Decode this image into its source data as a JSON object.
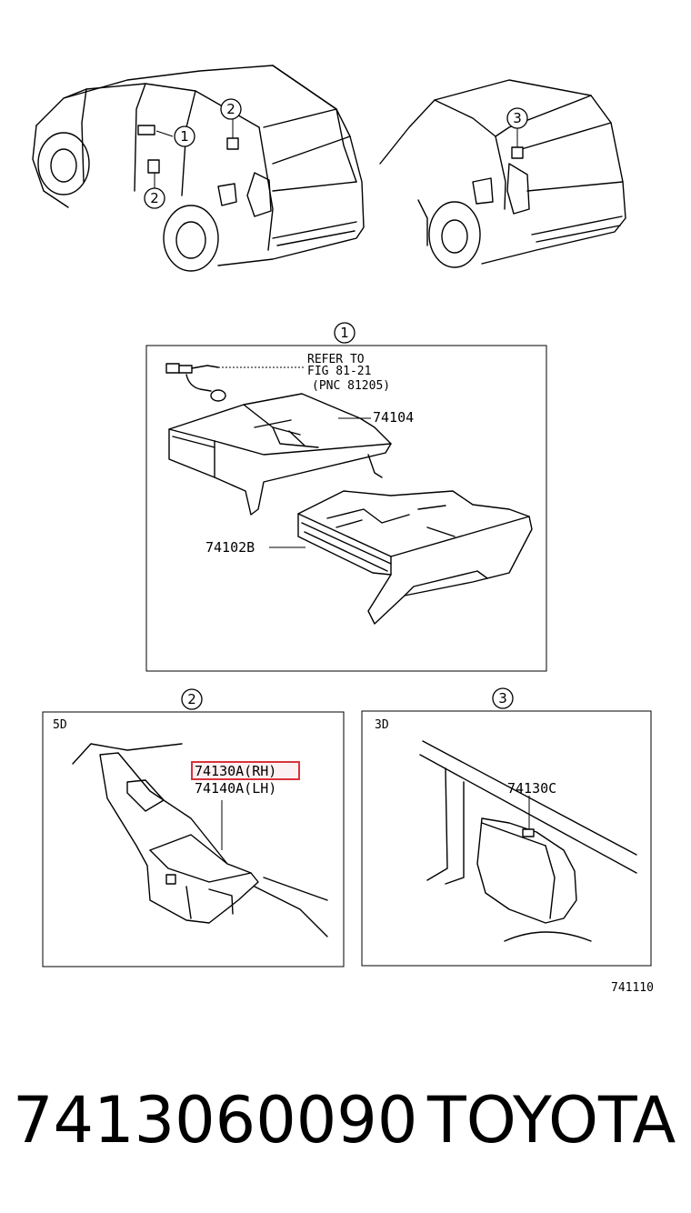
{
  "callouts": {
    "one": "1",
    "two": "2",
    "three": "3"
  },
  "panel1": {
    "refer_line1": "REFER TO",
    "refer_line2": "FIG 81-21",
    "refer_line3": "(PNC 81205)",
    "part_a": "74104",
    "part_b": "74102B"
  },
  "panel2": {
    "variant": "5D",
    "part_rh": "74130A(RH)",
    "part_lh": "74140A(LH)"
  },
  "panel3": {
    "variant": "3D",
    "part": "74130C"
  },
  "figure_number": "741110",
  "footer": {
    "part_number": "7413060090",
    "brand": "TOYOTA"
  },
  "colors": {
    "highlight": "#d9323a",
    "highlight_fill": "#f6d7da",
    "line": "#000000"
  }
}
